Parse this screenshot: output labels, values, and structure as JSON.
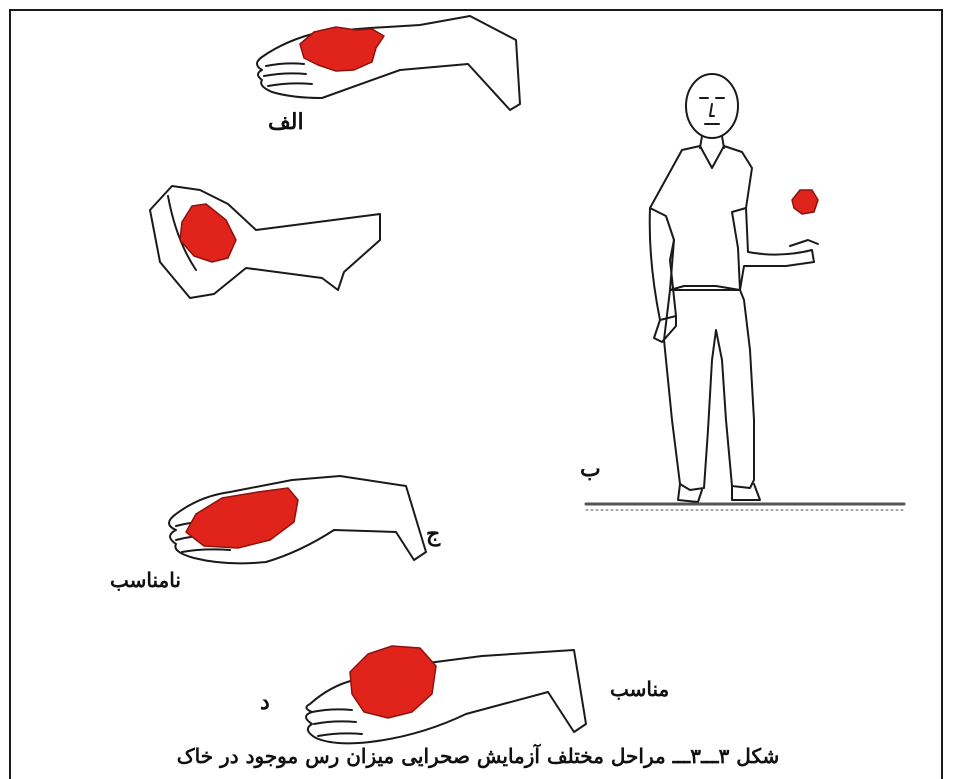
{
  "figure": {
    "labels": {
      "alef": "الف",
      "be": "ب",
      "jim": "ج",
      "dal": "د",
      "namonaseb": "نامناسب",
      "monaseb": "مناسب"
    },
    "caption": "شکل ۳ـــ۳ـــ مراحل مختلف آزمایش صحرایی میزان رس موجود در خاک"
  },
  "colors": {
    "soil": "#e0241b",
    "soil_dark": "#8c120c",
    "line": "#1a1a1a",
    "ground": "#555555"
  }
}
